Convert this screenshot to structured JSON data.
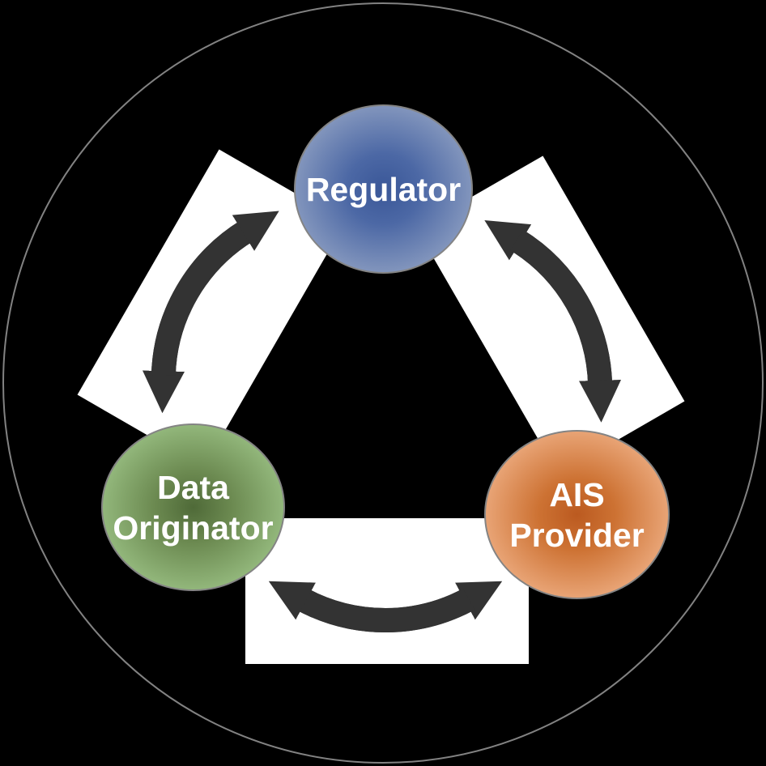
{
  "diagram": {
    "description": "Cycle diagram with three entities connected by bidirectional arrows inside a circle",
    "nodes": [
      {
        "id": "regulator",
        "lines": [
          "Regulator"
        ],
        "fill_center": "#3a5798",
        "fill_edge": "#a9b7d0"
      },
      {
        "id": "data-originator",
        "lines": [
          "Data",
          "Originator"
        ],
        "fill_center": "#4f6a38",
        "fill_edge": "#a9cb95"
      },
      {
        "id": "ais-provider",
        "lines": [
          "AIS",
          "Provider"
        ],
        "fill_center": "#bb5a20",
        "fill_edge": "#f3b991"
      }
    ],
    "connectors": [
      {
        "between": [
          "regulator",
          "data-originator"
        ],
        "type": "bidirectional-curved-arrow"
      },
      {
        "between": [
          "regulator",
          "ais-provider"
        ],
        "type": "bidirectional-curved-arrow"
      },
      {
        "between": [
          "data-originator",
          "ais-provider"
        ],
        "type": "bidirectional-curved-arrow"
      }
    ]
  },
  "colors": {
    "bg-color": "#000000",
    "ring-color": "#828282",
    "band-color": "#ffffff",
    "arrow-color": "#333333",
    "node-border": "#848484",
    "label-color": "#ffffff",
    "reg-c0": "#3a5798",
    "reg-c1": "#4c68a5",
    "reg-c2": "#8396bd",
    "reg-c3": "#a9b7d0",
    "dao-c0": "#4f6a38",
    "dao-c1": "#6b8950",
    "dao-c2": "#93b87c",
    "dao-c3": "#a9cb95",
    "ais-c0": "#bb5a20",
    "ais-c1": "#cd7233",
    "ais-c2": "#e9a577",
    "ais-c3": "#f3b991"
  }
}
